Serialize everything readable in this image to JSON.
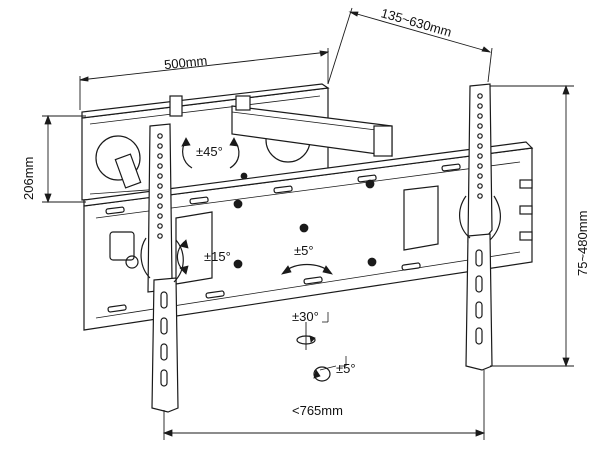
{
  "dimensions": {
    "plate_width": "500mm",
    "extension": "135~630mm",
    "plate_height": "206mm",
    "vertical_range": "75~480mm",
    "max_width": "<765mm"
  },
  "angles": {
    "swivel": "±45°",
    "tilt": "±15°",
    "rotation": "±5°",
    "pan": "±30°",
    "level": "±5°"
  },
  "colors": {
    "line": "#1a1a1a",
    "background": "#ffffff"
  }
}
